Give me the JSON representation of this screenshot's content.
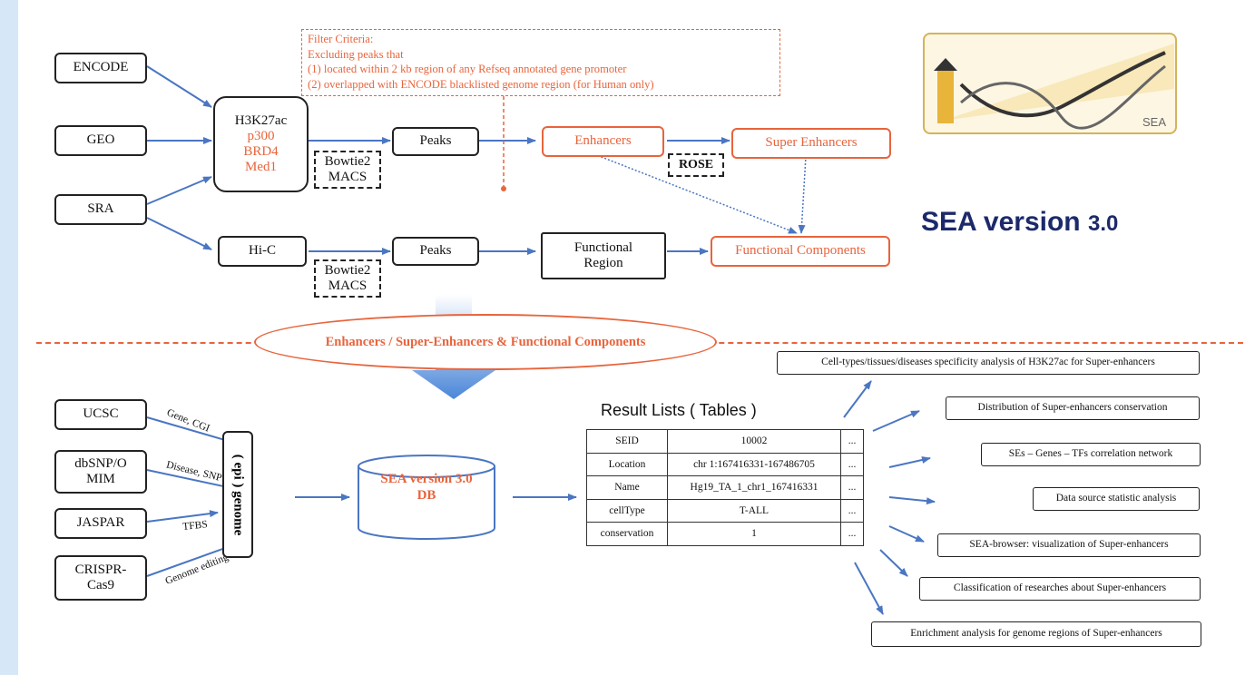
{
  "sources_top": {
    "encode": "ENCODE",
    "geo": "GEO",
    "sra": "SRA"
  },
  "marks": {
    "line1": "H3K27ac",
    "line2": "p300",
    "line3": "BRD4",
    "line4": "Med1"
  },
  "hic": "Hi-C",
  "tools": {
    "bowtie_top_1": "Bowtie2",
    "bowtie_top_2": "MACS",
    "bowtie_bottom_1": "Bowtie2",
    "bowtie_bottom_2": "MACS",
    "rose": "ROSE"
  },
  "peaks": {
    "top": "Peaks",
    "bottom": "Peaks"
  },
  "enhancers": "Enhancers",
  "super_enhancers": "Super Enhancers",
  "functional_region": {
    "line1": "Functional",
    "line2": "Region"
  },
  "functional_components": "Functional Components",
  "filter": {
    "line1": "Filter Criteria:",
    "line2": "Excluding peaks that",
    "line3": "(1) located within 2 kb region of any Refseq annotated gene promoter",
    "line4": "(2) overlapped with ENCODE blacklisted genome region (for Human only)"
  },
  "version_title": {
    "main": "SEA version",
    "number": "3.0"
  },
  "logo_text": "SEA",
  "ellipse_label": "Enhancers / Super-Enhancers & Functional Components",
  "sources_bottom": {
    "ucsc": "UCSC",
    "dbsnp_line1": "dbSNP/O",
    "dbsnp_line2": "MIM",
    "jaspar": "JASPAR",
    "crispr_line1": "CRISPR-",
    "crispr_line2": "Cas9"
  },
  "edge_labels": {
    "ucsc": "Gene, CGI",
    "dbsnp": "Disease, SNP",
    "jaspar": "TFBS",
    "crispr": "Genome editing"
  },
  "epigenome": "( epi ) genome",
  "db": {
    "line1": "SEA version 3.0",
    "line2": "DB"
  },
  "result_title": "Result Lists ( Tables )",
  "table_rows": [
    [
      "SEID",
      "10002",
      "..."
    ],
    [
      "Location",
      "chr 1:167416331-167486705",
      "..."
    ],
    [
      "Name",
      "Hg19_TA_1_chr1_167416331",
      "..."
    ],
    [
      "cellType",
      "T-ALL",
      "..."
    ],
    [
      "conservation",
      "1",
      "..."
    ]
  ],
  "analyses": [
    "Cell-types/tissues/diseases specificity analysis of H3K27ac for Super-enhancers",
    "Distribution of Super-enhancers conservation",
    "SEs – Genes – TFs correlation network",
    "Data source statistic analysis",
    "SEA-browser: visualization of Super-enhancers",
    "Classification of researches about Super-enhancers",
    "Enrichment analysis for genome regions of Super-enhancers"
  ],
  "colors": {
    "accent": "#e8643c",
    "arrow": "#4a76c2",
    "title": "#1c2a6b",
    "background": "#e3f0fb"
  }
}
